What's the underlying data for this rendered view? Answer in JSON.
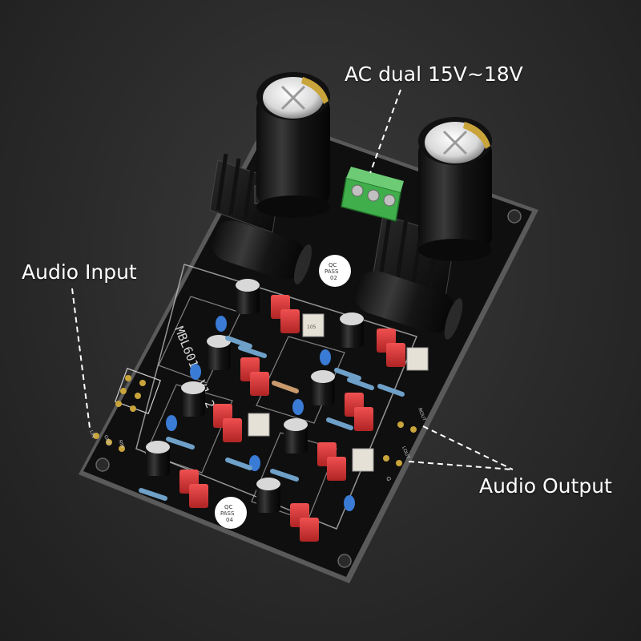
{
  "callouts": {
    "ac_power": "AC dual 15V~18V",
    "audio_input": "Audio Input",
    "audio_output": "Audio Output"
  },
  "board": {
    "model_silkscreen": "MBL6010 V1.2",
    "qc_sticker_top": [
      "QC",
      "PASS",
      "02"
    ],
    "qc_sticker_bottom": [
      "QC",
      "PASS",
      "04"
    ],
    "trimmer_marking": "105",
    "input_labels": [
      "LIN",
      "GND",
      "RIN"
    ],
    "output_labels": [
      "LOUT",
      "ROUT",
      "G"
    ]
  },
  "colors": {
    "background": "#2b2b2b",
    "pcb": "#0f0f0f",
    "pcb_edge": "#5a5a5a",
    "silkscreen": "#d8d8d8",
    "film_capacitor": "#d63a3a",
    "ceramic_capacitor": "#3a7bd5",
    "terminal_block": "#3fae4b",
    "label_text": "#ffffff"
  }
}
